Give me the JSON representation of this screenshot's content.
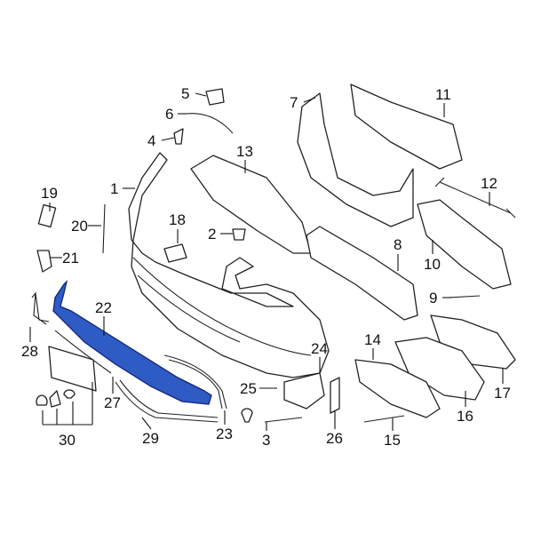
{
  "diagram": {
    "highlight_color": "#2e5bc4",
    "highlighted_part": "22",
    "callouts": {
      "c1": "1",
      "c2": "2",
      "c3": "3",
      "c4": "4",
      "c5": "5",
      "c6": "6",
      "c7": "7",
      "c8": "8",
      "c9": "9",
      "c10": "10",
      "c11": "11",
      "c12": "12",
      "c13": "13",
      "c14": "14",
      "c15": "15",
      "c16": "16",
      "c17": "17",
      "c18": "18",
      "c19": "19",
      "c20": "20",
      "c21": "21",
      "c22": "22",
      "c23": "23",
      "c24": "24",
      "c25": "25",
      "c26": "26",
      "c27": "27",
      "c28": "28",
      "c29": "29",
      "c30": "30"
    }
  }
}
